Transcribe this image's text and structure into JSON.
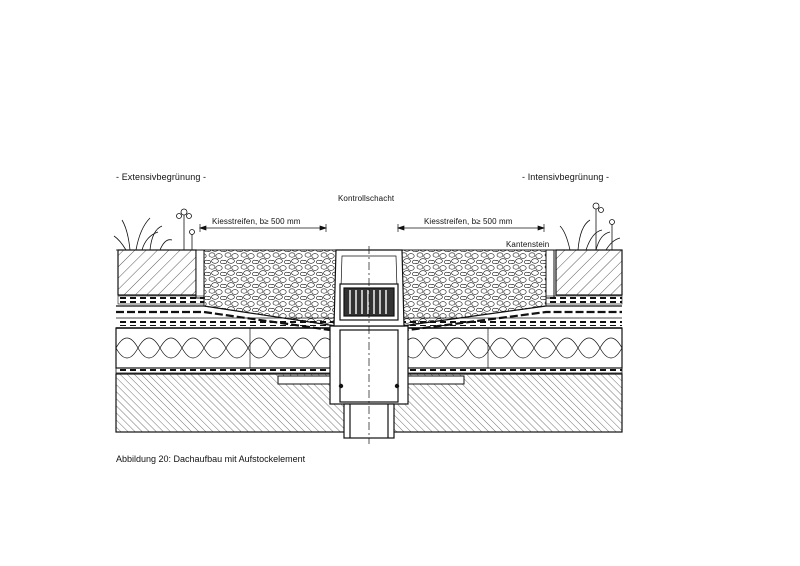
{
  "labels": {
    "extensive": "- Extensivbegrünung -",
    "intensive": "- Intensivbegrünung -",
    "control_shaft": "Kontrollschacht",
    "gravel_left": "Kiesstreifen, b≥ 500 mm",
    "gravel_right": "Kiesstreifen, b≥ 500 mm",
    "edge_stone": "Kantenstein"
  },
  "caption": "Abbildung 20: Dachaufbau mit Aufstockelement",
  "colors": {
    "line": "#111111",
    "fill_dark": "#333333",
    "background": "#ffffff"
  }
}
